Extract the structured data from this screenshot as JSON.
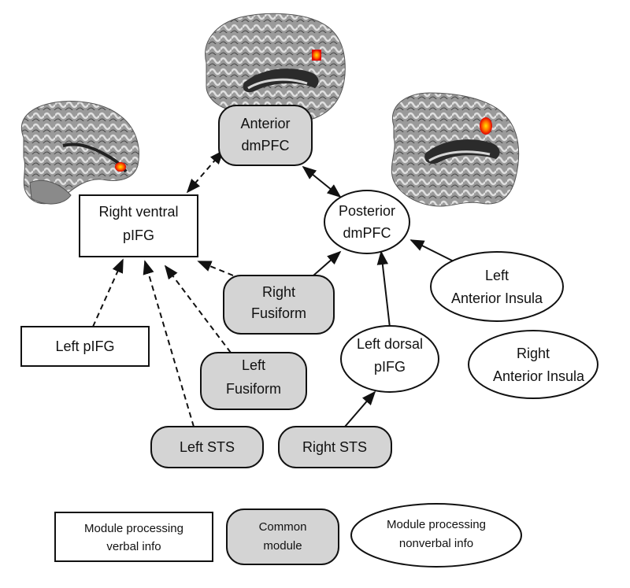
{
  "colors": {
    "common_fill": "#d4d4d4",
    "stroke": "#111111",
    "activation": "#ff2a00"
  },
  "nodes": {
    "anterior_dmpfc": {
      "line1": "Anterior",
      "line2": "dmPFC"
    },
    "posterior_dmpfc": {
      "line1": "Posterior",
      "line2": "dmPFC"
    },
    "right_ventral_pifg": {
      "line1": "Right ventral",
      "line2": "pIFG"
    },
    "right_fusiform": {
      "line1": "Right",
      "line2": "Fusiform"
    },
    "left_anterior_insula": {
      "line1": "Left",
      "line2": "Anterior Insula"
    },
    "left_pifg": {
      "line1": "Left pIFG"
    },
    "left_dorsal_pifg": {
      "line1": "Left dorsal",
      "line2": "pIFG"
    },
    "right_anterior_insula": {
      "line1": "Right",
      "line2": "Anterior Insula"
    },
    "left_fusiform": {
      "line1": "Left",
      "line2": "Fusiform"
    },
    "left_sts": {
      "line1": "Left STS"
    },
    "right_sts": {
      "line1": "Right STS"
    }
  },
  "legend": {
    "verbal": {
      "line1": "Module processing",
      "line2": "verbal info"
    },
    "common": {
      "line1": "Common",
      "line2": "module"
    },
    "nonverbal": {
      "line1": "Module processing",
      "line2": "nonverbal info"
    }
  },
  "brain_images": [
    {
      "view": "sagittal-left",
      "activation": "ventral pIFG"
    },
    {
      "view": "sagittal-top",
      "activation": "anterior dmPFC"
    },
    {
      "view": "sagittal-right",
      "activation": "posterior dmPFC"
    }
  ]
}
